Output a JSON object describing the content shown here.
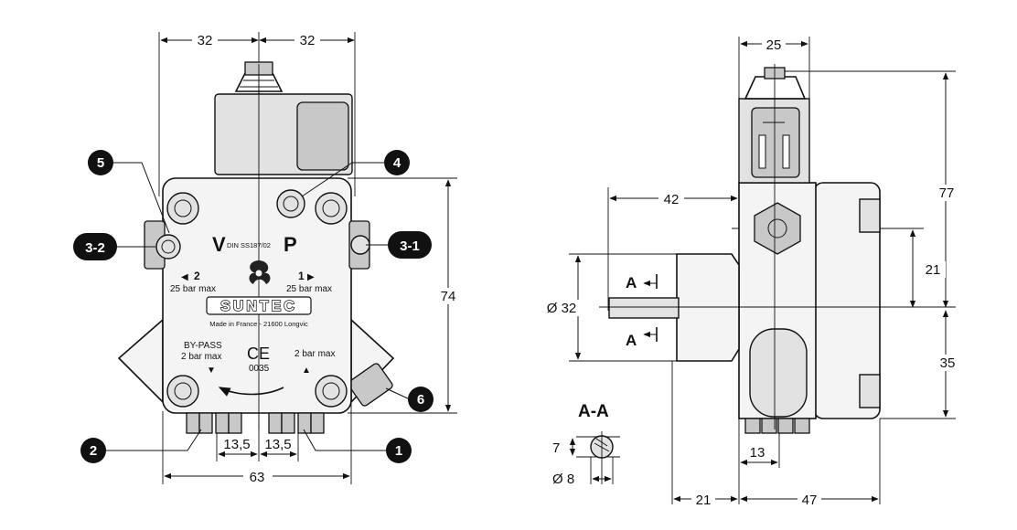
{
  "front": {
    "dims": {
      "top_left": "32",
      "top_right": "32",
      "height": "74",
      "bottom": "63",
      "port_left": "13,5",
      "port_right": "13,5"
    },
    "callouts": {
      "c1": "1",
      "c2": "2",
      "c4": "4",
      "c5": "5",
      "c6": "6",
      "c31": "3-1",
      "c32": "3-2"
    },
    "plate": {
      "v": "V",
      "p": "P",
      "din": "DIN SS187/02",
      "port2": "2",
      "port1": "1",
      "max_left": "25 bar max",
      "max_right": "25 bar max",
      "brand": "SUNTEC",
      "made_in": "Made in France - 21600 Longvic",
      "bypass": "BY-PASS",
      "bypass_max": "2 bar max",
      "ce": "CE",
      "ce_no": "0035",
      "max_bottom_right": "2 bar max"
    }
  },
  "side": {
    "dims": {
      "width_top": "25",
      "height_total": "77",
      "depth_shaft": "42",
      "offset": "21",
      "diameter": "Ø 32",
      "lower": "35",
      "port": "13",
      "bottom_left": "21",
      "bottom_right": "47"
    },
    "section": {
      "label": "A",
      "label2": "A"
    }
  },
  "section_aa": {
    "title": "A-A",
    "dim_flat": "7",
    "dim_dia": "Ø 8"
  }
}
